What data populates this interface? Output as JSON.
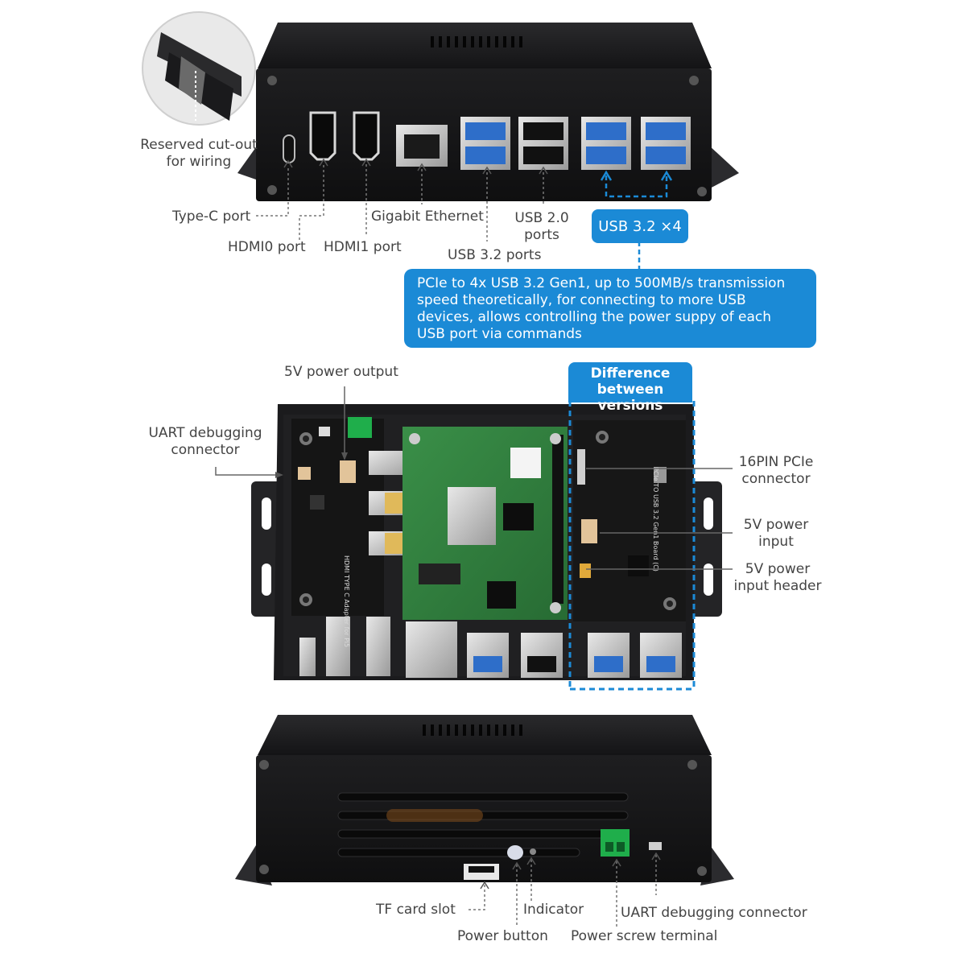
{
  "labels": {
    "reserved_cutout": "Reserved cut-out\nfor wiring",
    "type_c": "Type-C port",
    "hdmi0": "HDMI0 port",
    "hdmi1": "HDMI1 port",
    "gigabit_ethernet": "Gigabit Ethernet",
    "usb20": "USB 2.0\nports",
    "usb32": "USB 3.2 ports",
    "usb32x4": "USB 3.2 ×4",
    "pcie_note": "PCIe to 4x USB 3.2 Gen1, up to 500MB/s transmission speed theoretically, for connecting to more USB devices, allows controlling the power suppy of each USB port via commands",
    "power_output": "5V power output",
    "diff_versions": "Difference\nbetween versions",
    "uart_top": "UART debugging\nconnector",
    "pcie16": "16PIN PCIe\nconnector",
    "power_input": "5V power\ninput",
    "power_input_header": "5V power\ninput header",
    "tf_slot": "TF card slot",
    "indicator": "Indicator",
    "uart_bottom": "UART debugging connector",
    "power_button": "Power button",
    "power_screw": "Power screw terminal"
  },
  "board_print": {
    "hdmi_adapter": "HDMI TYPE C Adapter for Pi5",
    "pcie_board": "PCIe TO USB 3.2 Gen1 Board (C)"
  },
  "colors": {
    "accent": "#1b8ad6",
    "case": "#1c1c1e",
    "pcb_green": "#2f7d3a",
    "pcb_black": "#1a1a1a",
    "usb3_blue": "#2e6ec9",
    "terminal_green": "#1fae4b"
  }
}
